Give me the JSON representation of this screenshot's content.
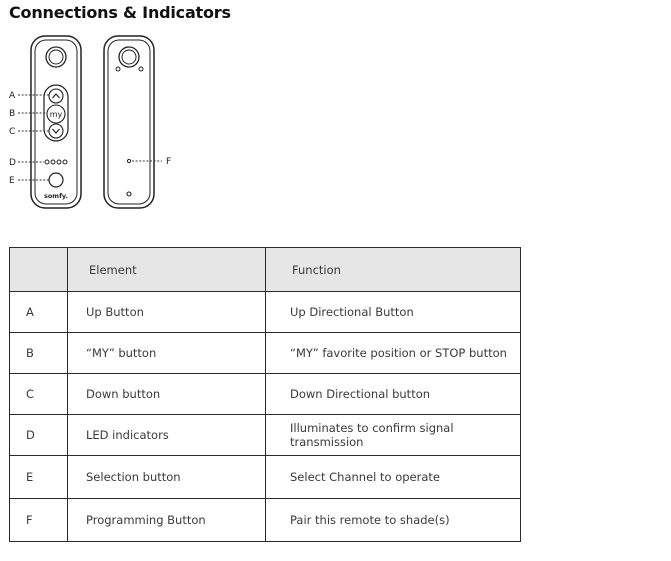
{
  "title": "Connections & Indicators",
  "diagram": {
    "labels": [
      "A",
      "B",
      "C",
      "D",
      "E",
      "F"
    ],
    "my_button_text": "my",
    "brand_text": "somfy."
  },
  "table": {
    "headers": [
      "",
      "Element",
      "Function"
    ],
    "rows": [
      {
        "id": "A",
        "element": "Up Button",
        "function": "Up Directional Button"
      },
      {
        "id": "B",
        "element": "“MY” button",
        "function": "“MY” favorite position or STOP button"
      },
      {
        "id": "C",
        "element": "Down button",
        "function": "Down Directional button"
      },
      {
        "id": "D",
        "element": "LED indicators",
        "function": "Illuminates to confirm signal transmission"
      },
      {
        "id": "E",
        "element": "Selection button",
        "function": "Select Channel to operate"
      },
      {
        "id": "F",
        "element": "Programming Button",
        "function": "Pair this remote to shade(s)"
      }
    ]
  },
  "colors": {
    "header_background": "#e6e6e6",
    "border": "#2b2b2b",
    "text": "#3a3a3a"
  }
}
